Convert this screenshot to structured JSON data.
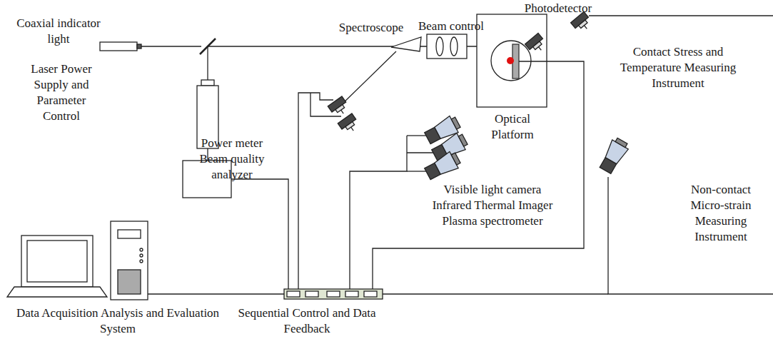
{
  "diagram": {
    "labels": [
      "Photodetector",
      "Coaxial indicator light",
      "Spectroscope",
      "Beam control",
      "Contact Stress and Temperature Measuring Instrument",
      "Laser Power Supply and Parameter Control",
      "Optical Platform",
      "Power meter Beam quality analyzer",
      "Visible light camera",
      "Infrared Thermal Imager",
      "Plasma spectrometer",
      "Non-contact Micro-strain Measuring Instrument",
      "Data Acquisition Analysis and Evaluation System",
      "Sequential Control and Data Feedback"
    ]
  }
}
